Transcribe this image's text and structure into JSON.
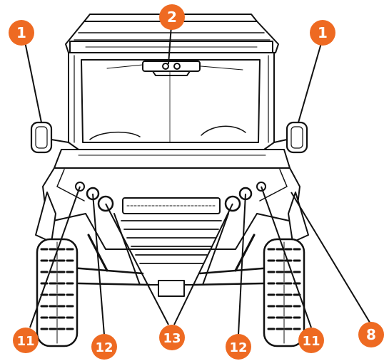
{
  "diagram": {
    "callout_color": "#ee6a22",
    "line_color": "#111111",
    "callouts": [
      {
        "id": "mirror-left",
        "label": "1"
      },
      {
        "id": "mirror-right",
        "label": "1"
      },
      {
        "id": "roof-light",
        "label": "2"
      },
      {
        "id": "fender",
        "label": "8"
      },
      {
        "id": "marker-left",
        "label": "11"
      },
      {
        "id": "marker-right",
        "label": "11"
      },
      {
        "id": "headlight-left",
        "label": "12"
      },
      {
        "id": "headlight-right",
        "label": "12"
      },
      {
        "id": "fog-lights",
        "label": "13"
      }
    ]
  }
}
